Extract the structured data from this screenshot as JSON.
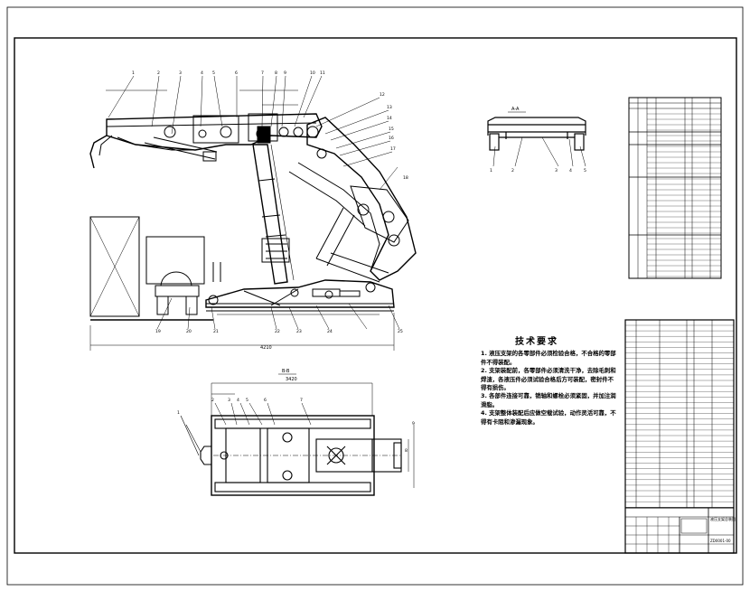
{
  "sheet": {
    "border_color": "#000000",
    "line_color": "#000000"
  },
  "side_view": {
    "part_labels": [
      "1",
      "2",
      "3",
      "4",
      "5",
      "6",
      "7",
      "8",
      "9",
      "10",
      "11",
      "12",
      "13",
      "14",
      "15",
      "16",
      "17",
      "18",
      "19",
      "20",
      "21",
      "22",
      "23",
      "24",
      "25"
    ],
    "dimension_width": "4210"
  },
  "section_view": {
    "label": "A-A",
    "part_labels": [
      "1",
      "2",
      "3",
      "4",
      "5"
    ]
  },
  "top_view": {
    "label": "B-B",
    "overall_dimension": "3420",
    "part_labels": [
      "1",
      "2",
      "3",
      "4",
      "5",
      "6",
      "7",
      "8",
      "9"
    ]
  },
  "tech_requirements": {
    "title": "技术要求",
    "items": [
      "1. 液压支架的各零部件必须检验合格，不合格的零部件不得装配。",
      "2. 支架装配前，各零部件必须清洗干净，去除毛刺和焊渣，各液压件必须试验合格后方可装配，密封件不得有损伤。",
      "3. 各部件连接可靠，销轴和螺栓必须紧固，并加注润滑脂。",
      "4. 支架整体装配后应做空载试验，动作灵活可靠，不得有卡阻和渗漏现象。"
    ]
  },
  "title_block": {
    "drawing_title": "液压支架总装图",
    "drawing_number": "ZD0001-00"
  }
}
